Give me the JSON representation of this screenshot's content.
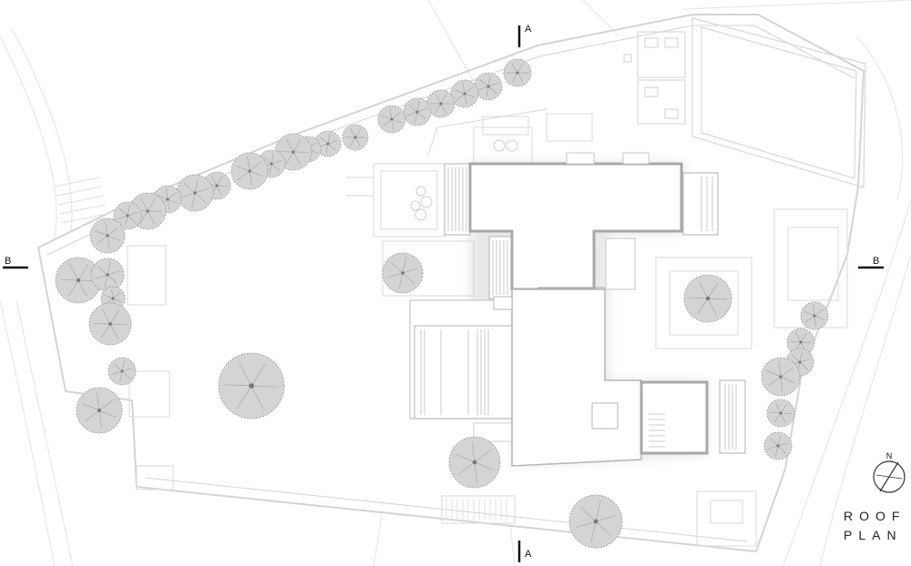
{
  "drawing": {
    "title_line_1": "ROOF",
    "title_line_2": "PLAN",
    "north_label": "N",
    "section_marks": [
      {
        "id": "A-top",
        "label": "A"
      },
      {
        "id": "A-bottom",
        "label": "A"
      },
      {
        "id": "B-left",
        "label": "B"
      },
      {
        "id": "B-right",
        "label": "B"
      }
    ]
  },
  "colors": {
    "background": "#ffffff",
    "faint_line": "#e6e6e6",
    "mid_line": "#c8c8c8",
    "roof_outline": "#a8a8a8",
    "tree_fill": "#d4d4d4",
    "tree_stroke": "#9a9a9a",
    "ink": "#111111"
  }
}
